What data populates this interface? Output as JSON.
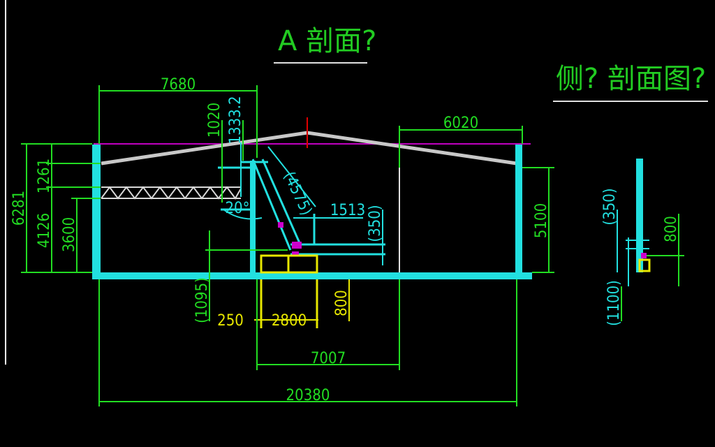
{
  "titles": {
    "main": "A 剖面?",
    "side": "侧? 剖面图?"
  },
  "dimensions": {
    "top_left_span": "7680",
    "top_right_span": "6020",
    "rise_1": "1020",
    "rise_2": "1333.2",
    "height_total": "6281",
    "height_upper": "1261",
    "height_mid": "4126",
    "height_lower": "3600",
    "slope_length": "(4575)",
    "slope_angle": "20°",
    "offset_1513": "1513",
    "offset_350": "(350)",
    "right_height": "5100",
    "pit_depth": "(1095)",
    "pit_side": "250",
    "pit_width": "2800",
    "pit_height": "800",
    "bay_span": "7007",
    "overall_span": "20380",
    "side_350": "(350)",
    "side_800": "800",
    "side_1100": "(1100)"
  },
  "colors": {
    "structure": "#22e0e0",
    "dimension": "#22dd22",
    "pit": "#e8e800",
    "roof": "#c8c8c8",
    "reference_line": "#c000c0",
    "marker": "#e00000"
  }
}
